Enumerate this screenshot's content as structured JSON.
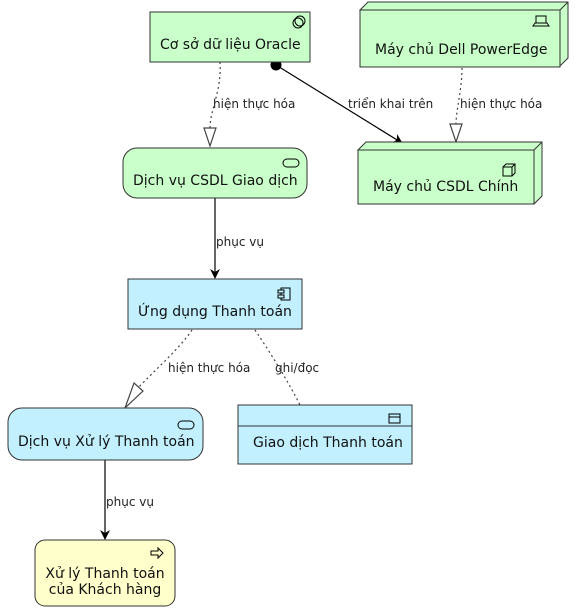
{
  "colors": {
    "tech": "#c9ffc9",
    "app": "#c2f0ff",
    "business": "#ffffcc",
    "stroke": "#333333"
  },
  "nodes": {
    "oracle": {
      "label": "Cơ sở dữ liệu Oracle",
      "icon": "system-software-icon"
    },
    "dell": {
      "label": "Máy chủ Dell PowerEdge",
      "icon": "device-icon"
    },
    "db_service": {
      "label": "Dịch vụ CSDL Giao dịch",
      "icon": "service-icon"
    },
    "db_server": {
      "label": "Máy chủ CSDL Chính",
      "icon": "node-icon"
    },
    "payment_app": {
      "label": "Ứng dụng Thanh toán",
      "icon": "component-icon"
    },
    "payment_service": {
      "label": "Dịch vụ Xử lý Thanh toán",
      "icon": "service-icon"
    },
    "payment_data": {
      "label": "Giao dịch Thanh toán",
      "icon": "data-object-icon"
    },
    "customer_process": {
      "label_line1": "Xử lý Thanh toán",
      "label_line2": "của Khách hàng",
      "icon": "process-icon"
    }
  },
  "edges": {
    "oracle_realizes": "hiện thực hóa",
    "oracle_deployed": "triển khai trên",
    "dell_realizes": "hiện thực hóa",
    "db_serves": "phục vụ",
    "app_realizes": "hiện thực hóa",
    "app_reads_writes": "ghi/đọc",
    "service_serves": "phục vụ"
  }
}
